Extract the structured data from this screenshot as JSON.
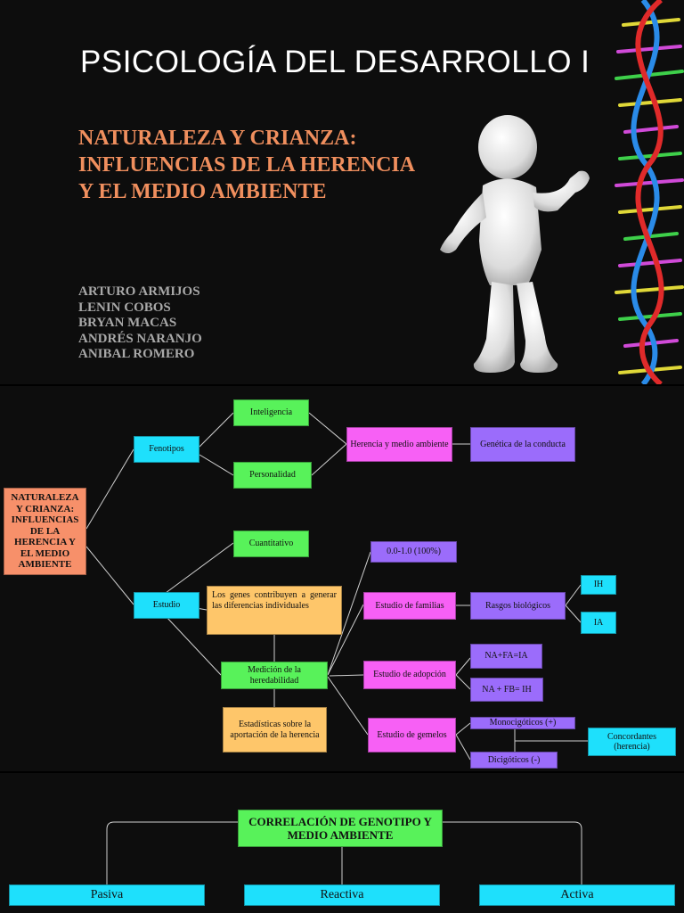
{
  "slide1": {
    "title": "PSICOLOGÍA DEL DESARROLLO I",
    "subtitle_lines": [
      "NATURALEZA Y CRIANZA:",
      "INFLUENCIAS DE LA HERENCIA",
      "Y EL MEDIO AMBIENTE"
    ],
    "authors": [
      "ARTURO ARMIJOS",
      "LENIN COBOS",
      "BRYAN MACAS",
      "ANDRÉS NARANJO",
      "ANIBAL ROMERO"
    ]
  },
  "slide2": {
    "root": "NATURALEZA Y CRIANZA: INFLUENCIAS DE LA HERENCIA Y EL MEDIO AMBIENTE",
    "fenotipos": "Fenotipos",
    "inteligencia": "Inteligencia",
    "personalidad": "Personalidad",
    "herencia_medio": "Herencia y medio ambiente",
    "genetica": "Genética de la conducta",
    "estudio": "Estudio",
    "cuantitativo": "Cuantitativo",
    "genes": "Los genes contribuyen a generar las diferencias individuales",
    "medicion": "Medición de la heredabilidad",
    "estadisticas": "Estadísticas sobre la aportación de la herencia",
    "rango": "0.0-1.0 (100%)",
    "familias": "Estudio de familias",
    "rasgos": "Rasgos biológicos",
    "ih": "IH",
    "ia": "IA",
    "adopcion": "Estudio de adopción",
    "nafa": "NA+FA=IA",
    "nafb": "NA + FB= IH",
    "gemelos": "Estudio de gemelos",
    "mono": "Monocigóticos (+)",
    "dici": "Dicigóticos (-)",
    "concordantes": "Concordantes (herencia)"
  },
  "slide3": {
    "title": "CORRELACIÓN DE GENOTIPO Y MEDIO AMBIENTE",
    "pasiva": "Pasiva",
    "reactiva": "Reactiva",
    "activa": "Activa"
  },
  "colors": {
    "green": "#58f25a",
    "cyan": "#1ee0fc",
    "magenta": "#f760f5",
    "purple": "#9b6cfb",
    "yellow": "#fec66a",
    "orange": "#f7906a",
    "subtitle": "#f08f5e"
  }
}
